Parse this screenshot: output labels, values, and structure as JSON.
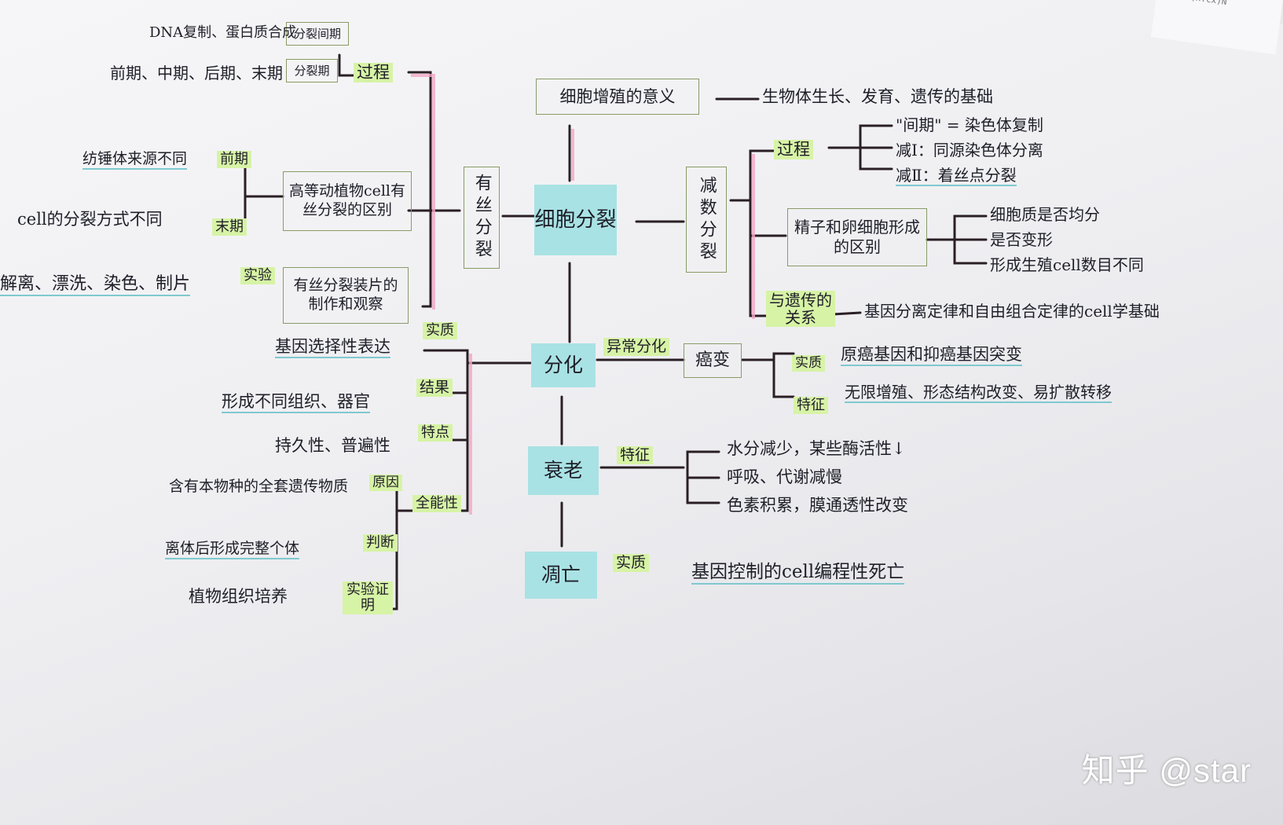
{
  "center": {
    "main": "细胞分裂",
    "mitosis": "有丝分裂",
    "meiosis": "减数分裂",
    "differentiation": "分化",
    "aging": "衰老",
    "apoptosis": "凋亡"
  },
  "significance": {
    "label": "细胞增殖的意义",
    "value": "生物体生长、发育、遗传的基础"
  },
  "mitosis_branch": {
    "process_tag": "过程",
    "interphase_tag": "分裂间期",
    "interphase_text": "DNA复制、蛋白质合成",
    "phase_tag": "分裂期",
    "phase_text": "前期、中期、后期、末期",
    "diff_box": "高等动植物cell有丝分裂的区别",
    "prophase_tag": "前期",
    "prophase_text": "纺锤体来源不同",
    "telophase_tag": "末期",
    "telophase_text": "cell的分裂方式不同",
    "exp_tag": "实验",
    "exp_box": "有丝分裂装片的制作和观察",
    "exp_steps": "解离、漂洗、染色、制片"
  },
  "meiosis_branch": {
    "process_tag": "过程",
    "interphase": "\"间期\" = 染色体复制",
    "m1": "减Ⅰ：同源染色体分离",
    "m2": "减Ⅱ：着丝点分裂",
    "diff_box": "精子和卵细胞形成的区别",
    "d1": "细胞质是否均分",
    "d2": "是否变形",
    "d3": "形成生殖cell数目不同",
    "genetics_tag": "与遗传的关系",
    "genetics_text": "基因分离定律和自由组合定律的cell学基础"
  },
  "diff_branch": {
    "essence_tag": "实质",
    "essence_text": "基因选择性表达",
    "result_tag": "结果",
    "result_text": "形成不同组织、器官",
    "feature_tag": "特点",
    "feature_text": "持久性、普遍性",
    "totipotency_tag": "全能性",
    "reason_tag": "原因",
    "reason_text": "含有本物种的全套遗传物质",
    "judge_tag": "判断",
    "judge_text": "离体后形成完整个体",
    "exp_tag": "实验证明",
    "exp_text": "植物组织培养",
    "abnormal_tag": "异常分化",
    "cancer_box": "癌变",
    "cancer_essence_tag": "实质",
    "cancer_essence_text": "原癌基因和抑癌基因突变",
    "cancer_feature_tag": "特征",
    "cancer_feature_text": "无限增殖、形态结构改变、易扩散转移"
  },
  "aging_branch": {
    "feature_tag": "特征",
    "f1": "水分减少，某些酶活性↓",
    "f2": "呼吸、代谢减慢",
    "f3": "色素积累，膜通透性改变"
  },
  "apoptosis_branch": {
    "essence_tag": "实质",
    "essence_text": "基因控制的cell编程性死亡"
  },
  "watermark": "知乎 @star",
  "corner_note": "Gifit(x:cx)N"
}
